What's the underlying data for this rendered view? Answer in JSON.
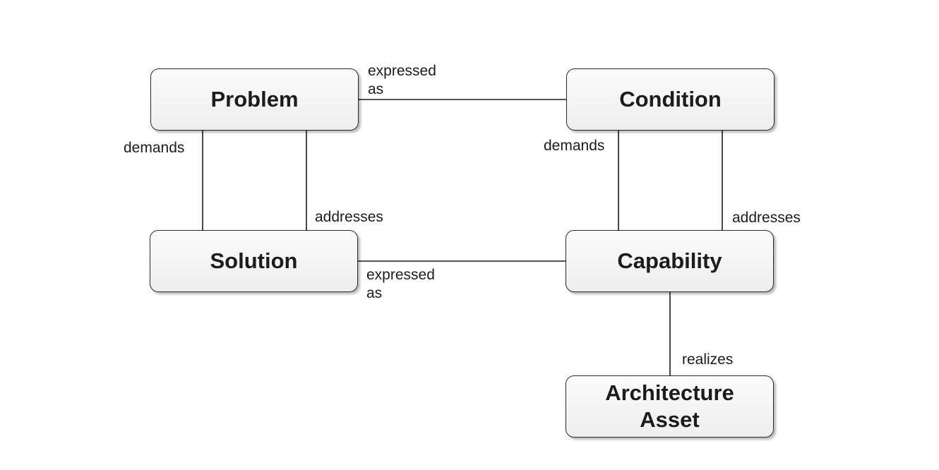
{
  "nodes": {
    "problem": "Problem",
    "condition": "Condition",
    "solution": "Solution",
    "capability": "Capability",
    "architecture_asset": "Architecture\nAsset"
  },
  "edges": {
    "problem_condition": "expressed\nas",
    "solution_capability": "expressed\nas",
    "problem_solution_demands": "demands",
    "solution_problem_addresses": "addresses",
    "condition_capability_demands": "demands",
    "capability_condition_addresses": "addresses",
    "capability_asset": "realizes"
  },
  "colors": {
    "node_border": "#2a2a2a",
    "node_fill_top": "#fbfbfb",
    "node_fill_bottom": "#eeeeee",
    "line": "#1a1a1a"
  }
}
